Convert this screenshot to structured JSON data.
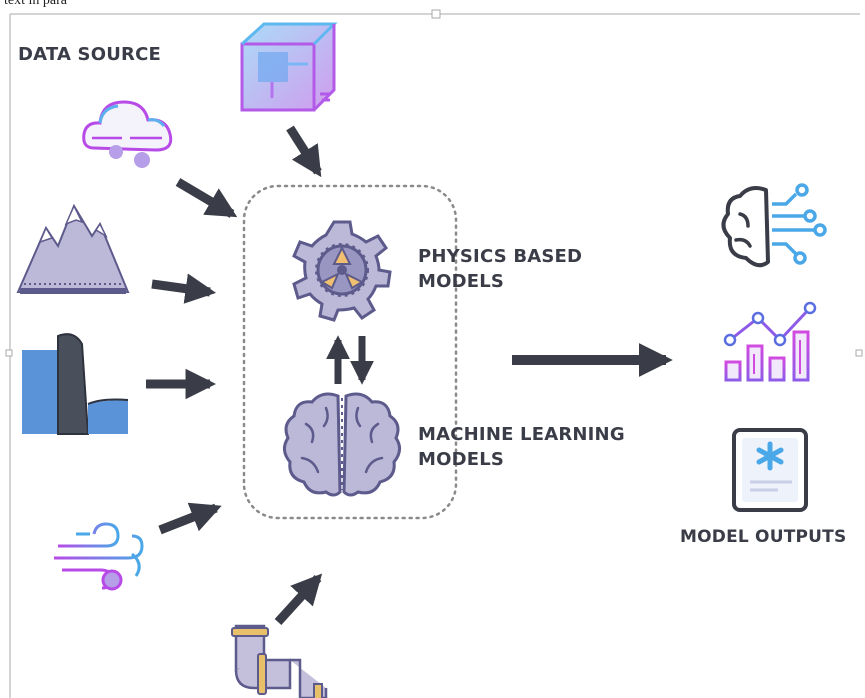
{
  "diagram": {
    "top_clipped_text": "text in para",
    "data_source_label": "DATA SOURCE",
    "physics_label_line1": "PHYSICS BASED",
    "physics_label_line2": "MODELS",
    "ml_label_line1": "MACHINE LEARNING",
    "ml_label_line2": "MODELS",
    "outputs_label": "MODEL OUTPUTS"
  },
  "icons": {
    "data_sources": [
      "cube-3d-icon",
      "cloud-rain-icon",
      "mountain-icon",
      "dam-water-icon",
      "wind-icon",
      "pipe-icon"
    ],
    "models": [
      "gear-icon",
      "brain-icon"
    ],
    "outputs": [
      "ai-brain-circuit-icon",
      "line-bar-chart-icon",
      "report-document-icon"
    ]
  },
  "colors": {
    "arrow": "#3a3d47",
    "icon_fill": "#bcb8d8",
    "icon_stroke": "#5d5a8c",
    "purple_accent": "#b74be8",
    "blue_accent": "#4aa8e8",
    "water": "#5b93d8"
  }
}
